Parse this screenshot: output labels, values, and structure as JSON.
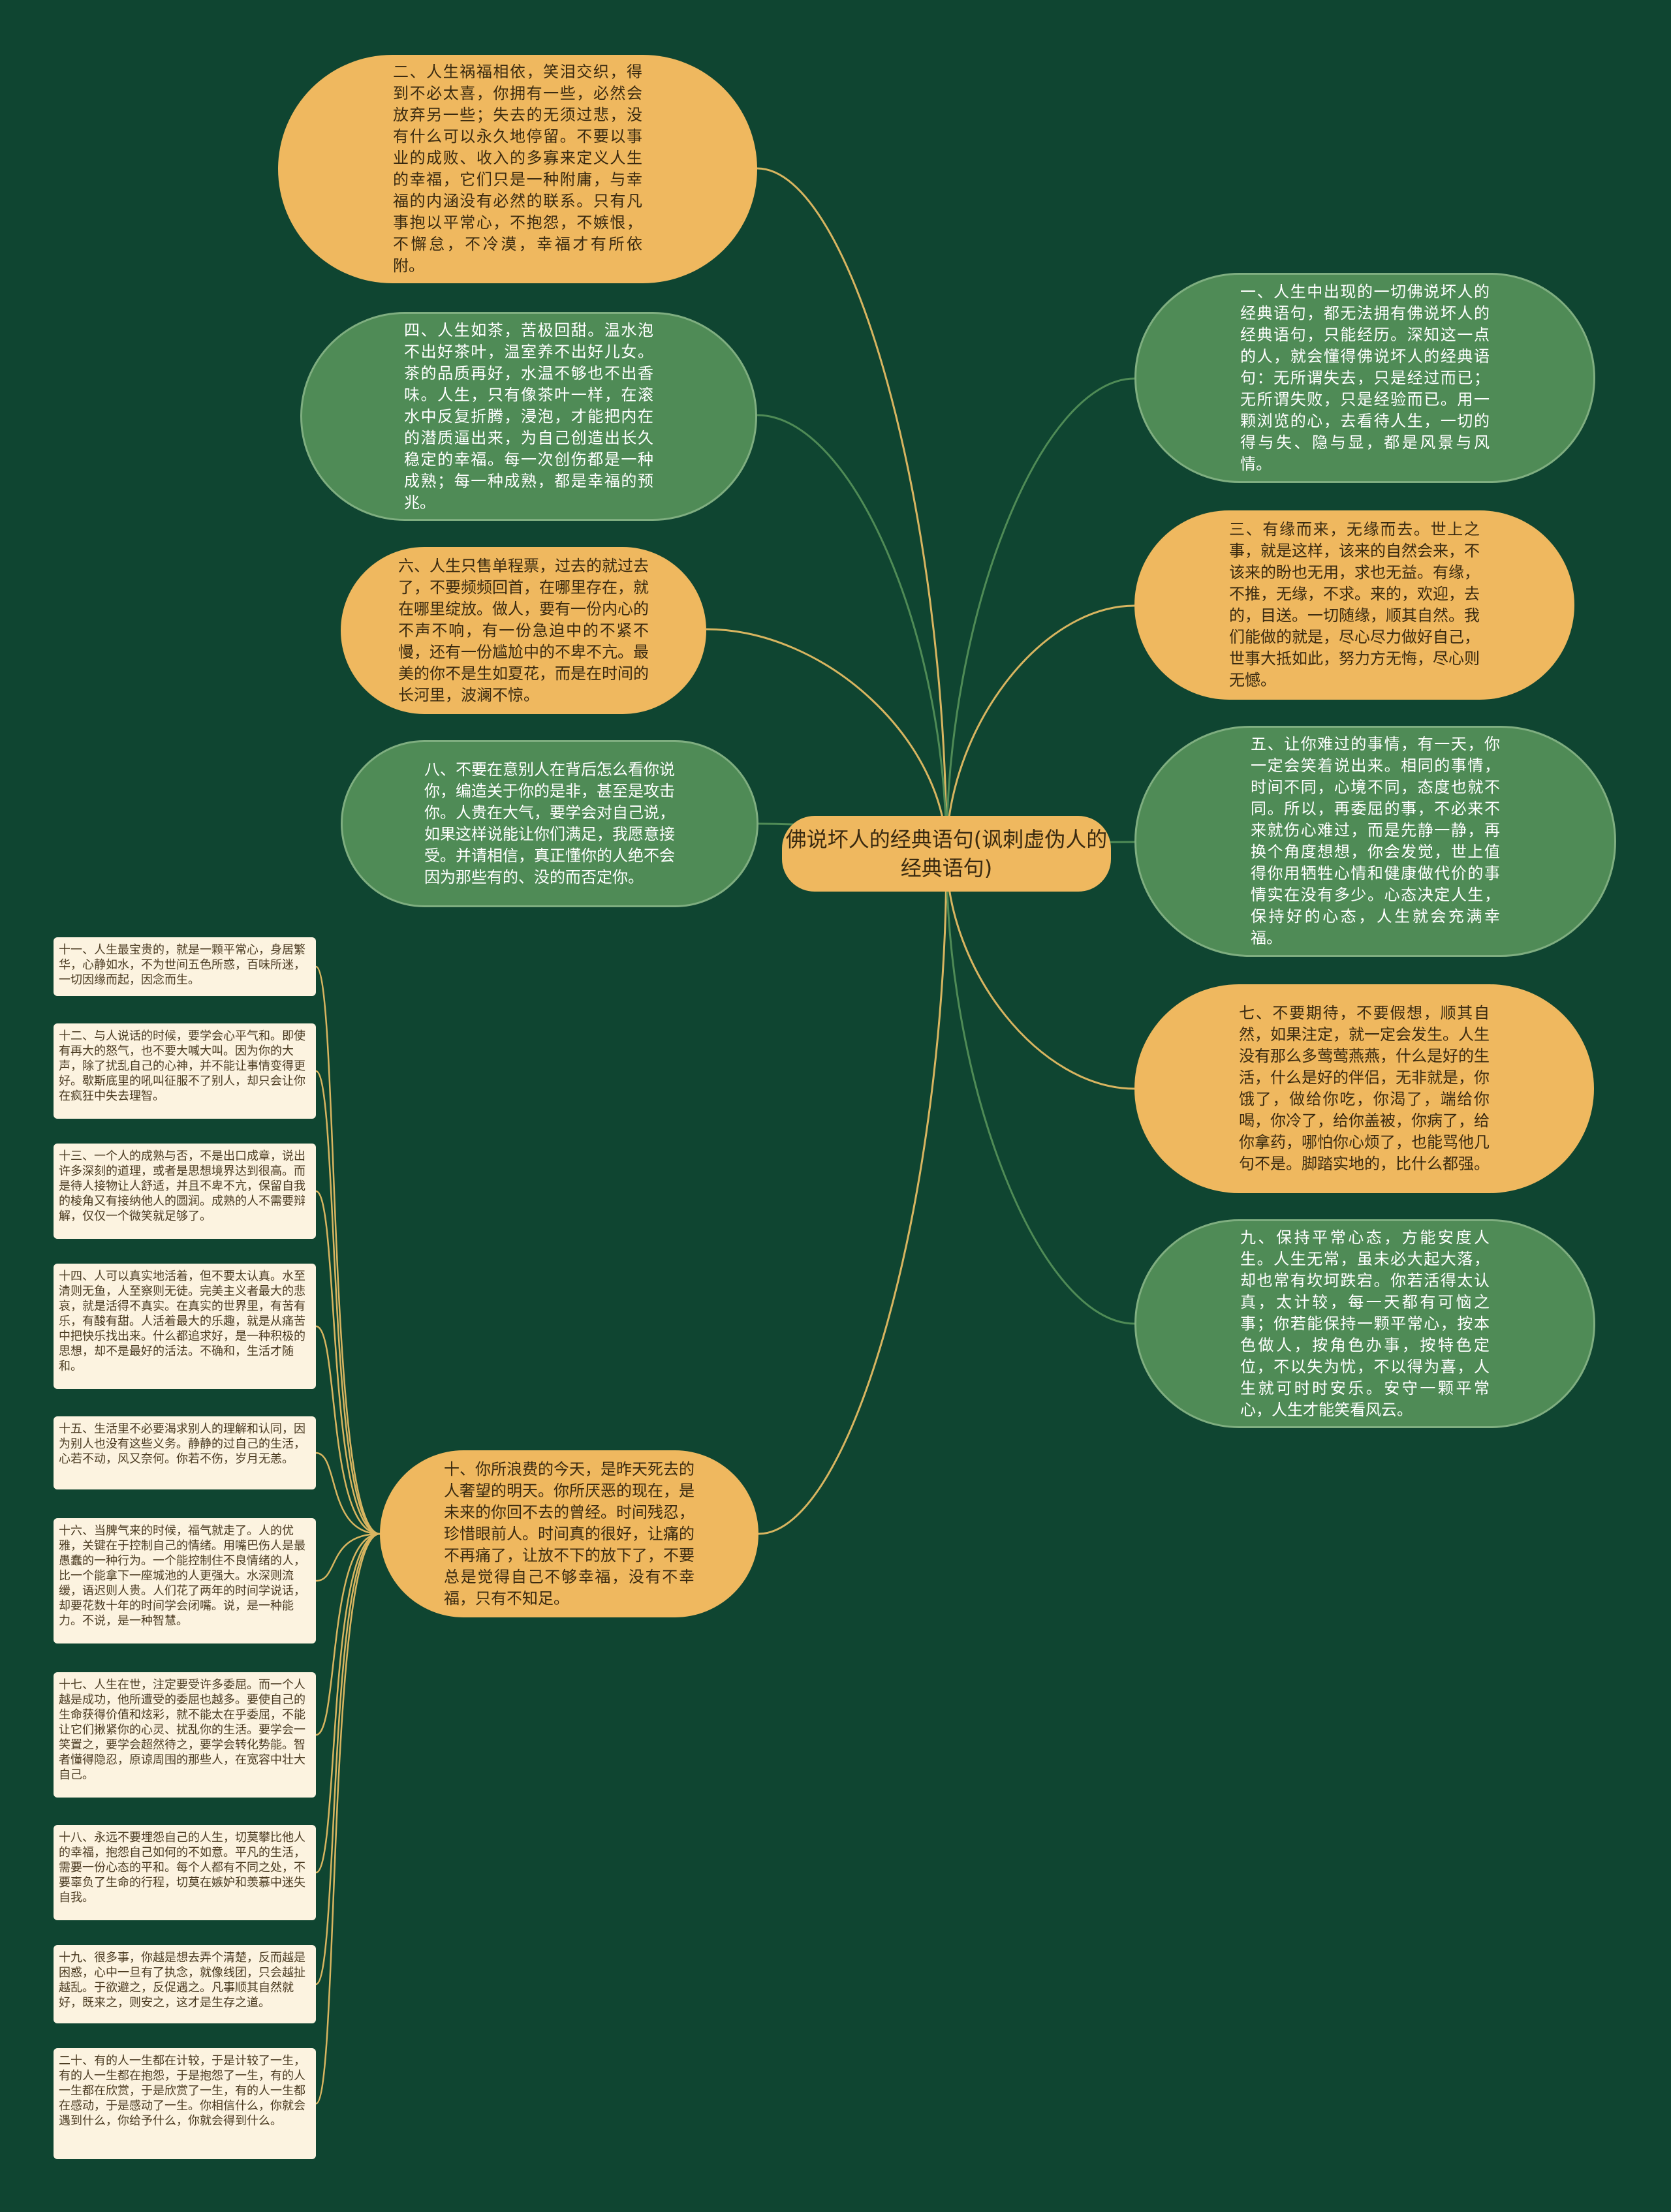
{
  "diagram": {
    "root": {
      "title": "佛说坏人的经典语句(讽刺虚伪人的经典语句)"
    },
    "colors": {
      "background": "#0f4531",
      "orange_node": "#efb85f",
      "green_node": "#4f8b56",
      "card": "#fcf3e0",
      "link_orange": "#d8b560",
      "link_green": "#4f8b56"
    },
    "left_nodes": [
      {
        "id": "n2",
        "color": "orange",
        "text": "二、人生祸福相依，笑泪交织，得到不必太喜，你拥有一些，必然会放弃另一些；失去的无须过悲，没有什么可以永久地停留。不要以事业的成败、收入的多寡来定义人生的幸福，它们只是一种附庸，与幸福的内涵没有必然的联系。只有凡事抱以平常心，不抱怨，不嫉恨，不懈怠，不冷漠，幸福才有所依附。"
      },
      {
        "id": "n4",
        "color": "green",
        "text": "四、人生如茶，苦极回甜。温水泡不出好茶叶，温室养不出好儿女。茶的品质再好，水温不够也不出香味。人生，只有像茶叶一样，在滚水中反复折腾，浸泡，才能把内在的潜质逼出来，为自己创造出长久稳定的幸福。每一次创伤都是一种成熟；每一种成熟，都是幸福的预兆。"
      },
      {
        "id": "n6",
        "color": "orange",
        "text": "六、人生只售单程票，过去的就过去了，不要频频回首，在哪里存在，就在哪里绽放。做人，要有一份内心的不声不响，有一份急迫中的不紧不慢，还有一份尴尬中的不卑不亢。最美的你不是生如夏花，而是在时间的长河里，波澜不惊。"
      },
      {
        "id": "n8",
        "color": "green",
        "text": "八、不要在意别人在背后怎么看你说你，编造关于你的是非，甚至是攻击你。人贵在大气，要学会对自己说，如果这样说能让你们满足，我愿意接受。并请相信，真正懂你的人绝不会因为那些有的、没的而否定你。"
      },
      {
        "id": "n10",
        "color": "orange",
        "text": "十、你所浪费的今天，是昨天死去的人奢望的明天。你所厌恶的现在，是未来的你回不去的曾经。时间残忍，珍惜眼前人。时间真的很好，让痛的不再痛了，让放不下的放下了，不要总是觉得自己不够幸福，没有不幸福，只有不知足。"
      }
    ],
    "right_nodes": [
      {
        "id": "n1",
        "color": "green",
        "text": "一、人生中出现的一切佛说坏人的经典语句，都无法拥有佛说坏人的经典语句，只能经历。深知这一点的人，就会懂得佛说坏人的经典语句：无所谓失去，只是经过而已；无所谓失败，只是经验而已。用一颗浏览的心，去看待人生，一切的得与失、隐与显，都是风景与风情。"
      },
      {
        "id": "n3",
        "color": "orange",
        "text": "三、有缘而来，无缘而去。世上之事，就是这样，该来的自然会来，不该来的盼也无用，求也无益。有缘，不推，无缘，不求。来的，欢迎，去的，目送。一切随缘，顺其自然。我们能做的就是，尽心尽力做好自己，世事大抵如此，努力方无悔，尽心则无憾。"
      },
      {
        "id": "n5",
        "color": "green",
        "text": "五、让你难过的事情，有一天，你一定会笑着说出来。相同的事情，时间不同，心境不同，态度也就不同。所以，再委屈的事，不必来不来就伤心难过，而是先静一静，再换个角度想想，你会发觉，世上值得你用牺牲心情和健康做代价的事情实在没有多少。心态决定人生，保持好的心态，人生就会充满幸福。"
      },
      {
        "id": "n7",
        "color": "orange",
        "text": "七、不要期待，不要假想，顺其自然，如果注定，就一定会发生。人生没有那么多莺莺燕燕，什么是好的生活，什么是好的伴侣，无非就是，你饿了，做给你吃，你渴了，端给你喝，你冷了，给你盖被，你病了，给你拿药，哪怕你心烦了，也能骂他几句不是。脚踏实地的，比什么都强。"
      },
      {
        "id": "n9",
        "color": "green",
        "text": "九、保持平常心态，方能安度人生。人生无常，虽未必大起大落，却也常有坎坷跌宕。你若活得太认真，太计较，每一天都有可恼之事；你若能保持一颗平常心，按本色做人，按角色办事，按特色定位，不以失为忧，不以得为喜，人生就可时时安乐。安守一颗平常心，人生才能笑看风云。"
      }
    ],
    "sub_cards": [
      {
        "id": "c11",
        "text": "十一、人生最宝贵的，就是一颗平常心，身居繁华，心静如水，不为世间五色所惑，百味所迷，一切因缘而起，因念而生。"
      },
      {
        "id": "c12",
        "text": "十二、与人说话的时候，要学会心平气和。即使有再大的怒气，也不要大喊大叫。因为你的大声，除了扰乱自己的心神，并不能让事情变得更好。歇斯底里的吼叫征服不了别人，却只会让你在疯狂中失去理智。"
      },
      {
        "id": "c13",
        "text": "十三、一个人的成熟与否，不是出口成章，说出许多深刻的道理，或者是思想境界达到很高。而是待人接物让人舒适，并且不卑不亢，保留自我的棱角又有接纳他人的圆润。成熟的人不需要辩解，仅仅一个微笑就足够了。"
      },
      {
        "id": "c14",
        "text": "十四、人可以真实地活着，但不要太认真。水至清则无鱼，人至察则无徒。完美主义者最大的悲哀，就是活得不真实。在真实的世界里，有苦有乐，有酸有甜。人活着最大的乐趣，就是从痛苦中把快乐找出来。什么都追求好，是一种积极的思想，却不是最好的活法。不确和，生活才随和。"
      },
      {
        "id": "c15",
        "text": "十五、生活里不必要渴求别人的理解和认同，因为别人也没有这些义务。静静的过自己的生活，心若不动，风又奈何。你若不伤，岁月无恙。"
      },
      {
        "id": "c16",
        "text": "十六、当脾气来的时候，福气就走了。人的优雅，关键在于控制自己的情绪。用嘴巴伤人是最愚蠢的一种行为。一个能控制住不良情绪的人，比一个能拿下一座城池的人更强大。水深则流缓，语迟则人贵。人们花了两年的时间学说话，却要花数十年的时间学会闭嘴。说，是一种能力。不说，是一种智慧。"
      },
      {
        "id": "c17",
        "text": "十七、人生在世，注定要受许多委屈。而一个人越是成功，他所遭受的委屈也越多。要使自己的生命获得价值和炫彩，就不能太在乎委屈，不能让它们揪紧你的心灵、扰乱你的生活。要学会一笑置之，要学会超然待之，要学会转化势能。智者懂得隐忍，原谅周围的那些人，在宽容中壮大自己。"
      },
      {
        "id": "c18",
        "text": "十八、永远不要埋怨自己的人生，切莫攀比他人的幸福，抱怨自己如何的不如意。平凡的生活，需要一份心态的平和。每个人都有不同之处，不要辜负了生命的行程，切莫在嫉妒和羡慕中迷失自我。"
      },
      {
        "id": "c19",
        "text": "十九、很多事，你越是想去弄个清楚，反而越是困惑，心中一旦有了执念，就像线团，只会越扯越乱。于欲避之，反促遇之。凡事顺其自然就好，既来之，则安之，这才是生存之道。"
      },
      {
        "id": "c20",
        "text": "二十、有的人一生都在计较，于是计较了一生，有的人一生都在抱怨，于是抱怨了一生，有的人一生都在欣赏，于是欣赏了一生，有的人一生都在感动，于是感动了一生。你相信什么，你就会遇到什么，你给予什么，你就会得到什么。"
      }
    ]
  }
}
